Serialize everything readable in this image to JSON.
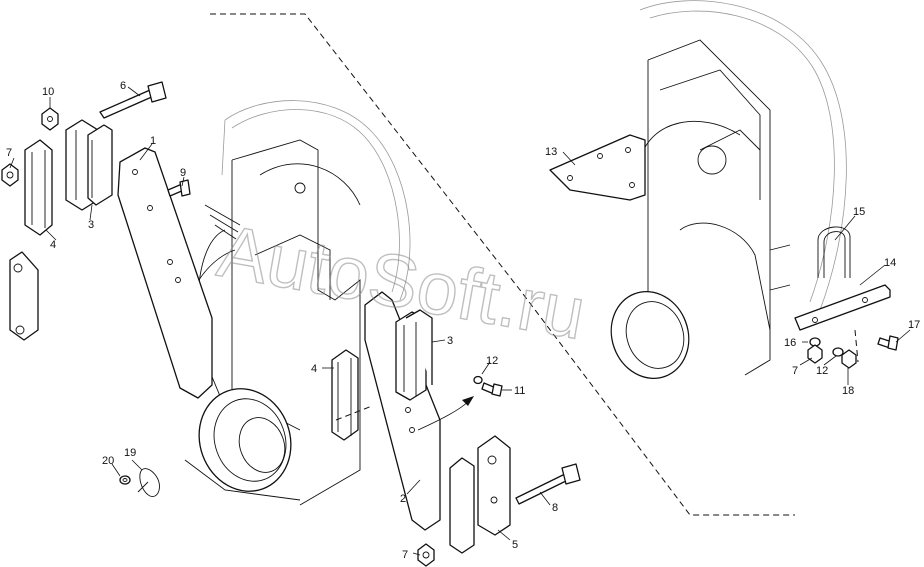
{
  "watermark": "AutoSoft.ru",
  "callouts": [
    {
      "id": "c1",
      "label": "1"
    },
    {
      "id": "c2",
      "label": "2"
    },
    {
      "id": "c3a",
      "label": "3"
    },
    {
      "id": "c3b",
      "label": "3"
    },
    {
      "id": "c4a",
      "label": "4"
    },
    {
      "id": "c4b",
      "label": "4"
    },
    {
      "id": "c5",
      "label": "5"
    },
    {
      "id": "c6",
      "label": "6"
    },
    {
      "id": "c7a",
      "label": "7"
    },
    {
      "id": "c7b",
      "label": "7"
    },
    {
      "id": "c7c",
      "label": "7"
    },
    {
      "id": "c8",
      "label": "8"
    },
    {
      "id": "c9",
      "label": "9"
    },
    {
      "id": "c10",
      "label": "10"
    },
    {
      "id": "c11",
      "label": "11"
    },
    {
      "id": "c12a",
      "label": "12"
    },
    {
      "id": "c12b",
      "label": "12"
    },
    {
      "id": "c13",
      "label": "13"
    },
    {
      "id": "c14",
      "label": "14"
    },
    {
      "id": "c15",
      "label": "15"
    },
    {
      "id": "c16",
      "label": "16"
    },
    {
      "id": "c17",
      "label": "17"
    },
    {
      "id": "c18",
      "label": "18"
    },
    {
      "id": "c19",
      "label": "19"
    },
    {
      "id": "c20",
      "label": "20"
    }
  ]
}
